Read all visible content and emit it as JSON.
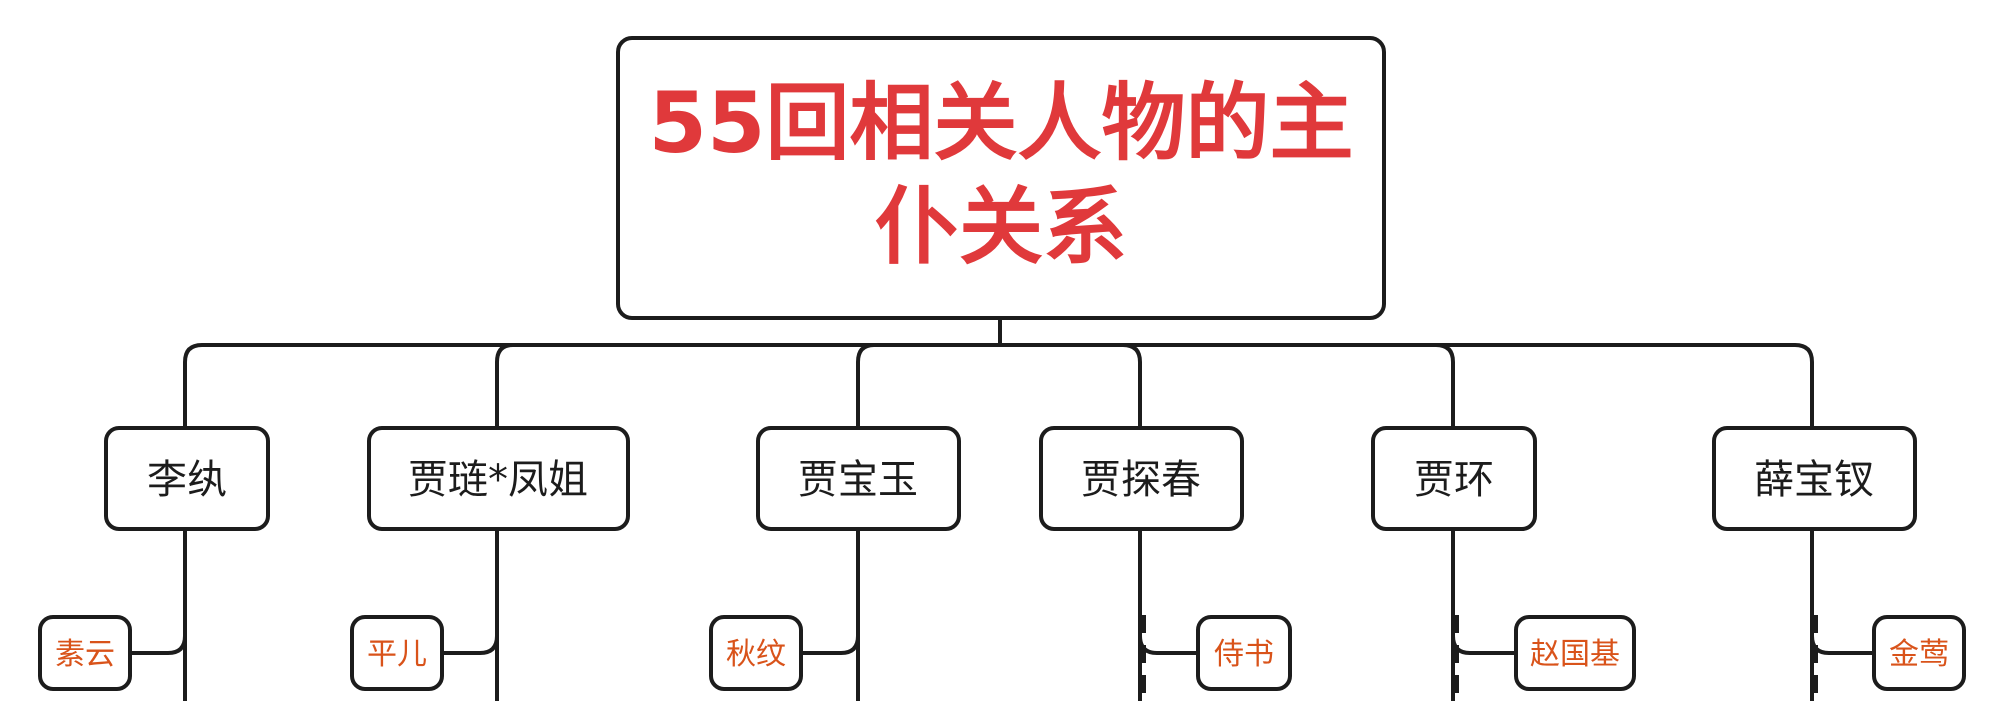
{
  "title": {
    "line1": "55回相关人物的主",
    "line2": "仆关系"
  },
  "masters": [
    {
      "id": "li-wan",
      "label": "李纨"
    },
    {
      "id": "jia-lian-feng-jie",
      "label": "贾琏*凤姐"
    },
    {
      "id": "jia-bao-yu",
      "label": "贾宝玉"
    },
    {
      "id": "jia-tan-chun",
      "label": "贾探春"
    },
    {
      "id": "jia-huan",
      "label": "贾环"
    },
    {
      "id": "xue-bao-chai",
      "label": "薛宝钗"
    }
  ],
  "servants": [
    {
      "id": "su-yun",
      "label": "素云",
      "master": "li-wan"
    },
    {
      "id": "ping-er",
      "label": "平儿",
      "master": "jia-lian-feng-jie"
    },
    {
      "id": "qiu-wen",
      "label": "秋纹",
      "master": "jia-bao-yu"
    },
    {
      "id": "shi-shu",
      "label": "侍书",
      "master": "jia-tan-chun"
    },
    {
      "id": "zhao-guo-ji",
      "label": "赵国基",
      "master": "jia-huan"
    },
    {
      "id": "jin-ying",
      "label": "金莺",
      "master": "xue-bao-chai"
    }
  ],
  "colors": {
    "title": "#e0393b",
    "servant_text": "#d9531a",
    "stroke": "#1c1c1c"
  }
}
